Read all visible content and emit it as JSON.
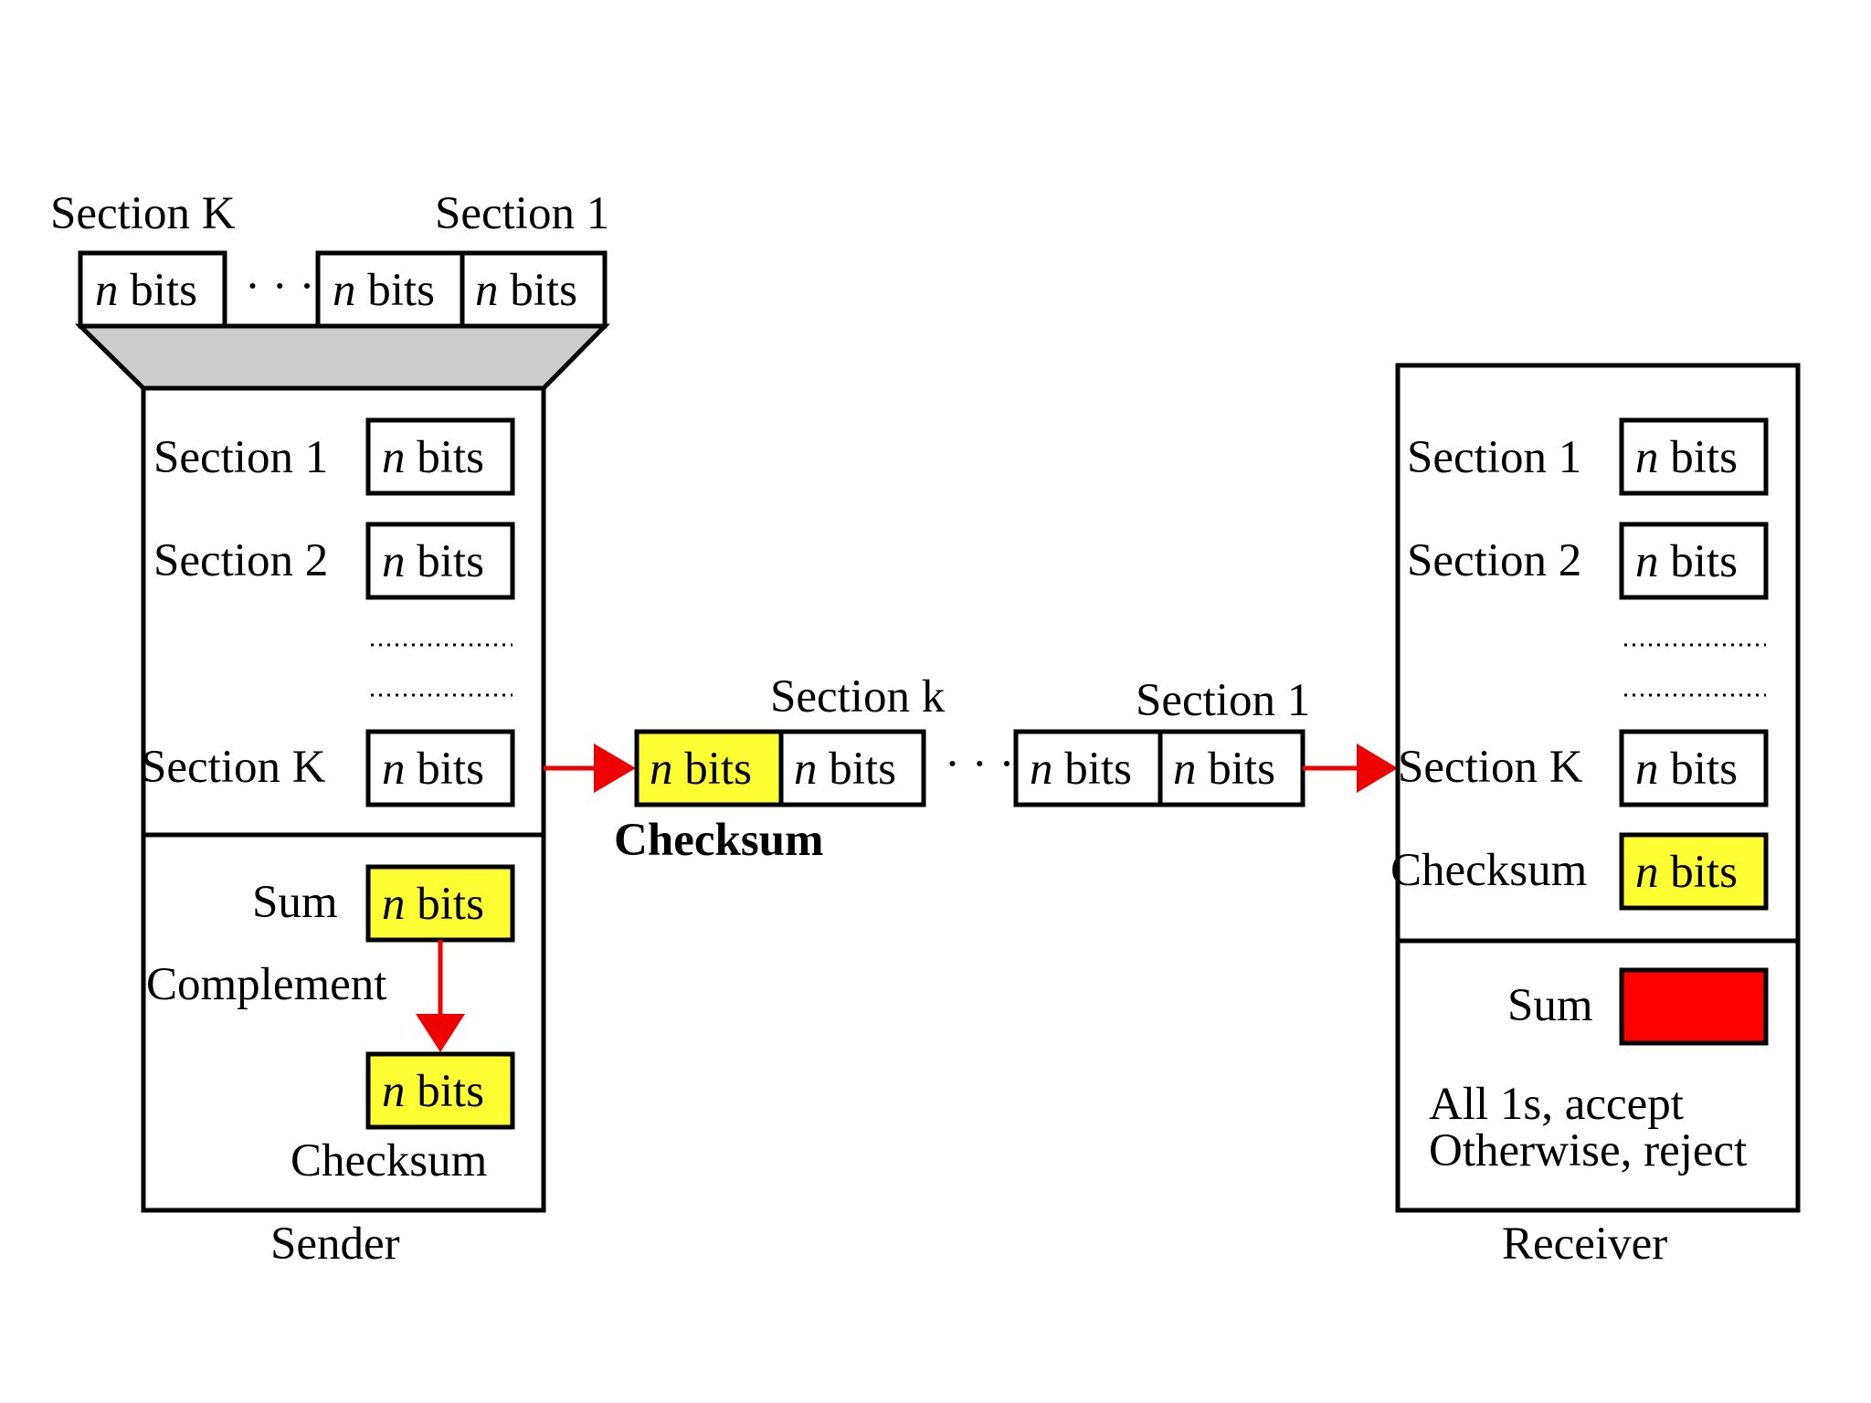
{
  "colors": {
    "highlight": "#ffff33",
    "arrow": "#ee0000",
    "sum_result": "#ff0000",
    "funnel": "#cccccc"
  },
  "top": {
    "label_section_k": "Section K",
    "label_section_1": "Section 1",
    "bits": "bits",
    "n": "n",
    "ellipsis": "· · ·"
  },
  "sender": {
    "title": "Sender",
    "rows": [
      {
        "label": "Section 1"
      },
      {
        "label": "Section 2"
      },
      {
        "label": "Section K"
      }
    ],
    "sum_label": "Sum",
    "complement_label": "Complement",
    "checksum_label": "Checksum"
  },
  "transmission": {
    "label_section_k": "Section k",
    "label_section_1": "Section 1",
    "checksum_label": "Checksum",
    "ellipsis": "· · ·"
  },
  "receiver": {
    "title": "Receiver",
    "rows": [
      {
        "label": "Section 1"
      },
      {
        "label": "Section 2"
      },
      {
        "label": "Section K"
      }
    ],
    "checksum_label": "Checksum",
    "sum_label": "Sum",
    "result_line1": "All 1s, accept",
    "result_line2": "Otherwise, reject"
  }
}
